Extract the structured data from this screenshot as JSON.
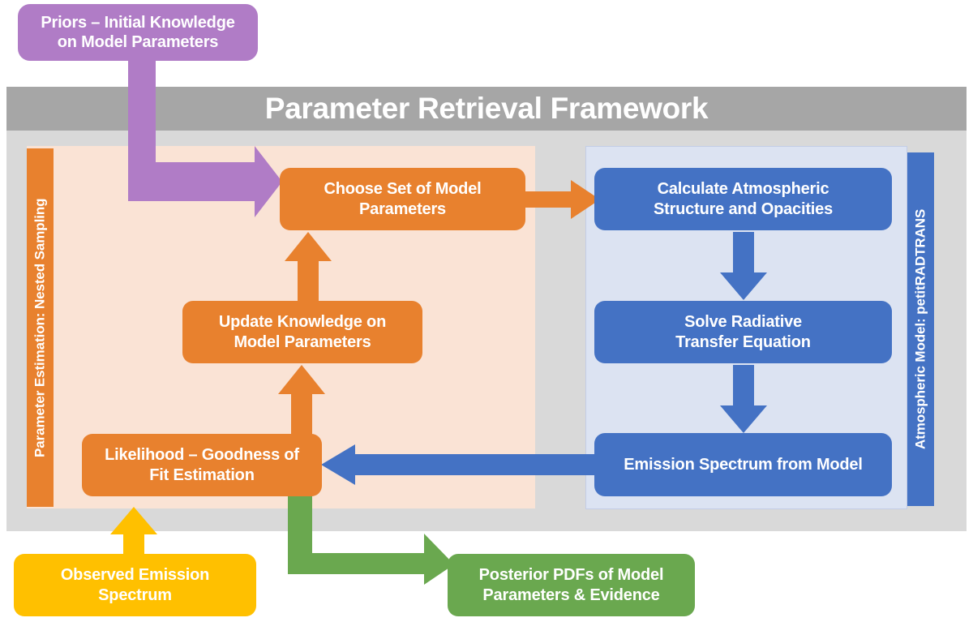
{
  "header": {
    "title": "Parameter Retrieval Framework"
  },
  "panels": {
    "left_label": "Parameter Estimation: Nested Sampling",
    "right_label": "Atmospheric Model: petitRADTRANS"
  },
  "nodes": {
    "priors": "Priors – Initial Knowledge\non Model Parameters",
    "choose": "Choose Set of Model\nParameters",
    "update": "Update Knowledge on\nModel Parameters",
    "likelihood": "Likelihood – Goodness of\nFit Estimation",
    "calculate": "Calculate Atmospheric\nStructure and Opacities",
    "solve": "Solve Radiative\nTransfer Equation",
    "emission_model": "Emission Spectrum from Model",
    "observed": "Observed Emission\nSpectrum",
    "posterior": "Posterior PDFs of Model\nParameters & Evidence"
  },
  "arrows": {
    "priors_to_choose": "priors-to-choose-arrow",
    "choose_to_calculate": "choose-to-calculate-arrow",
    "calculate_to_solve": "calculate-to-solve-arrow",
    "solve_to_emission": "solve-to-emission-arrow",
    "emission_to_likelihood": "emission-to-likelihood-arrow",
    "likelihood_to_update": "likelihood-to-update-arrow",
    "update_to_choose": "update-to-choose-arrow",
    "observed_to_likelihood": "observed-to-likelihood-arrow",
    "likelihood_to_posterior": "likelihood-to-posterior-arrow"
  },
  "colors": {
    "orange": "#e8812e",
    "blue": "#4472c4",
    "purple": "#b07cc6",
    "green": "#6aa84f",
    "yellow": "#ffc000",
    "header_gray": "#a6a6a6",
    "body_gray": "#d9d9d9",
    "left_panel_peach": "#fae3d5",
    "right_panel_blue": "#dce3f2"
  }
}
